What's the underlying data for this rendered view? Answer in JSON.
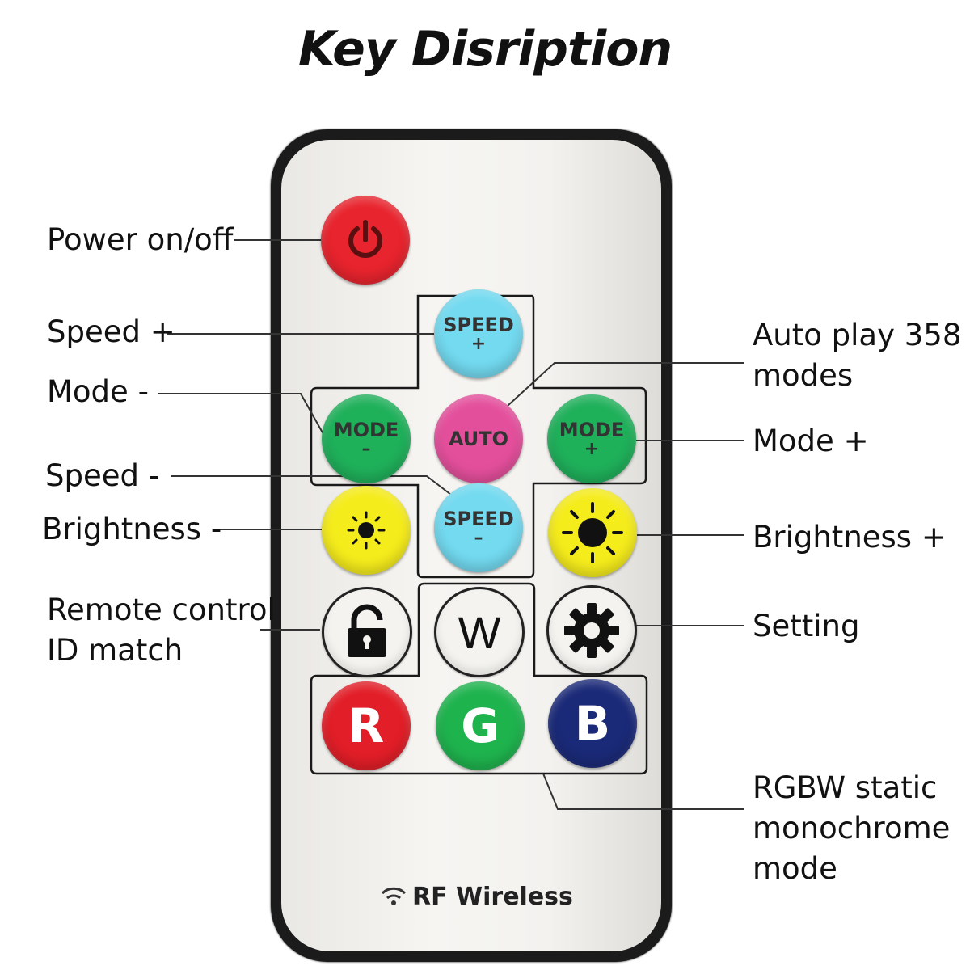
{
  "title": "Key Disription",
  "buttons": {
    "power": {
      "icon": "power-icon",
      "color": "#e8242e"
    },
    "speed_plus": {
      "line1": "SPEED",
      "line2": "+",
      "color": "#73daf0"
    },
    "mode_minus": {
      "line1": "MODE",
      "line2": "–",
      "color": "#1fb05a"
    },
    "auto": {
      "line1": "AUTO",
      "color": "#e44f9c"
    },
    "mode_plus": {
      "line1": "MODE",
      "line2": "+",
      "color": "#1fb05a"
    },
    "speed_minus": {
      "line1": "SPEED",
      "line2": "–",
      "color": "#73daf0"
    },
    "brightness_minus": {
      "icon": "sun-small-icon",
      "color": "#f5ec1c"
    },
    "brightness_plus": {
      "icon": "sun-large-icon",
      "color": "#f5ec1c"
    },
    "lock": {
      "icon": "lock-icon",
      "color": "#f4f3ef"
    },
    "w": {
      "text": "W",
      "color": "#f4f3ef"
    },
    "setting": {
      "icon": "gear-icon",
      "color": "#f4f3ef"
    },
    "r": {
      "text": "R",
      "color": "#e21e28"
    },
    "g": {
      "text": "G",
      "color": "#1fb34e"
    },
    "b": {
      "text": "B",
      "color": "#1b2a78"
    }
  },
  "labels": {
    "power": "Power on/off",
    "speed_plus": "Speed +",
    "mode_minus": "Mode -",
    "speed_minus": "Speed -",
    "brightness_minus": "Brightness -",
    "remote_id_line1": "Remote control",
    "remote_id_line2": "ID match",
    "auto_line1": "Auto play 358",
    "auto_line2": "modes",
    "mode_plus": "Mode +",
    "brightness_plus": "Brightness +",
    "setting": "Setting",
    "rgbw_line1": "RGBW static",
    "rgbw_line2": "monochrome",
    "rgbw_line3": "mode"
  },
  "footer": {
    "wireless_icon": "wifi-icon",
    "text": "RF Wireless"
  }
}
